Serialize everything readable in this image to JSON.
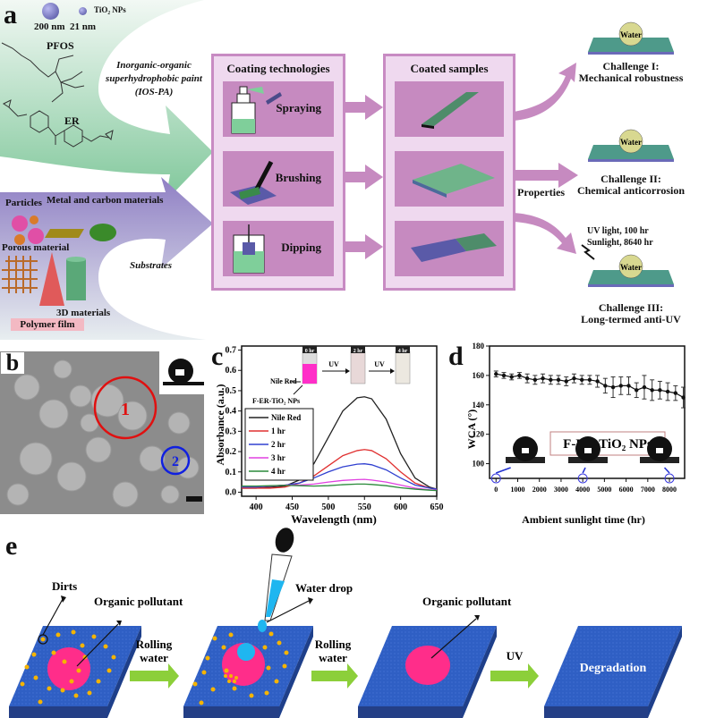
{
  "panels": {
    "a": {
      "letter": "a",
      "np_sizes": [
        "200 nm",
        "21 nm"
      ],
      "np_label": "TiO₂ NPs",
      "pfos_label": "PFOS",
      "er_label": "ER",
      "paint_label": [
        "Inorganic-organic",
        "superhydrophobic paint",
        "(IOS-PA)"
      ],
      "substrates_label": "Substrates",
      "substrate_items": {
        "particles": "Particles",
        "metal_carbon": "Metal and carbon materials",
        "porous": "Porous material",
        "three_d": "3D materials",
        "polymer_film": "Polymer film"
      },
      "coating_technologies": {
        "title": "Coating technologies",
        "methods": [
          "Spraying",
          "Brushing",
          "Dipping"
        ]
      },
      "coated_samples": {
        "title": "Coated samples"
      },
      "properties_label": "Properties",
      "uv_conditions": [
        "UV light, 100 hr",
        "Sunlight, 8640 hr"
      ],
      "water_label": "Water",
      "challenges": [
        {
          "title": "Challenge I:",
          "subtitle": "Mechanical robustness"
        },
        {
          "title": "Challenge II:",
          "subtitle": "Chemical anticorrosion"
        },
        {
          "title": "Challenge III:",
          "subtitle": "Long-termed anti-UV"
        }
      ]
    },
    "b": {
      "letter": "b",
      "markers": [
        "1",
        "2"
      ]
    },
    "c": {
      "letter": "c"
    },
    "d": {
      "letter": "d"
    },
    "e": {
      "letter": "e",
      "labels": {
        "dirts": "Dirts",
        "organic_pollutant_1": "Organic pollutant",
        "water_drop": "Water drop",
        "organic_pollutant_2": "Organic pollutant",
        "degradation": "Degradation"
      },
      "arrows": [
        [
          "Rolling",
          "water"
        ],
        [
          "Rolling",
          "water"
        ],
        [
          "UV"
        ]
      ]
    }
  },
  "chart_data": [
    {
      "id": "c",
      "type": "line",
      "title": "",
      "xlabel": "Wavelength (nm)",
      "ylabel": "Absorbance (a.u.)",
      "xlim": [
        380,
        650
      ],
      "ylim": [
        -0.02,
        0.72
      ],
      "xticks": [
        400,
        450,
        500,
        550,
        600,
        650
      ],
      "yticks": [
        0.0,
        0.1,
        0.2,
        0.3,
        0.4,
        0.5,
        0.6,
        0.7
      ],
      "legend_position": "left",
      "x": [
        380,
        400,
        420,
        440,
        460,
        480,
        500,
        520,
        540,
        550,
        560,
        580,
        600,
        620,
        640,
        650
      ],
      "series": [
        {
          "name": "Nile Red",
          "color": "#222222",
          "values": [
            0.02,
            0.02,
            0.025,
            0.03,
            0.06,
            0.14,
            0.27,
            0.4,
            0.465,
            0.47,
            0.46,
            0.36,
            0.19,
            0.07,
            0.025,
            0.015
          ]
        },
        {
          "name": "1 hr",
          "color": "#e03030",
          "values": [
            0.02,
            0.02,
            0.02,
            0.025,
            0.045,
            0.08,
            0.13,
            0.18,
            0.205,
            0.21,
            0.205,
            0.165,
            0.1,
            0.045,
            0.02,
            0.015
          ]
        },
        {
          "name": "2 hr",
          "color": "#3040d0",
          "values": [
            0.025,
            0.025,
            0.03,
            0.035,
            0.045,
            0.07,
            0.1,
            0.125,
            0.138,
            0.14,
            0.135,
            0.11,
            0.07,
            0.035,
            0.02,
            0.015
          ]
        },
        {
          "name": "3 hr",
          "color": "#e040e0",
          "values": [
            0.03,
            0.03,
            0.03,
            0.035,
            0.035,
            0.04,
            0.05,
            0.058,
            0.062,
            0.063,
            0.06,
            0.05,
            0.035,
            0.02,
            0.012,
            0.01
          ]
        },
        {
          "name": "4 hr",
          "color": "#2a8a3a",
          "values": [
            0.03,
            0.03,
            0.032,
            0.034,
            0.032,
            0.03,
            0.032,
            0.037,
            0.04,
            0.04,
            0.038,
            0.032,
            0.022,
            0.015,
            0.01,
            0.008
          ]
        }
      ],
      "inset": {
        "vial_labels": [
          "0 hr",
          "2 hr",
          "4 hr"
        ],
        "uv_arrows": [
          "UV",
          "UV"
        ],
        "pointers": [
          "Nile Red",
          "F-ER-TiO₂ NPs"
        ]
      }
    },
    {
      "id": "d",
      "type": "line",
      "title": "",
      "xlabel": "Ambient sunlight time (hr)",
      "ylabel": "WCA (°)",
      "xlim": [
        -300,
        8700
      ],
      "ylim": [
        90,
        180
      ],
      "xticks": [
        0,
        1000,
        2000,
        3000,
        4000,
        5000,
        6000,
        7000,
        8000
      ],
      "yticks": [
        100,
        120,
        140,
        160,
        180
      ],
      "annotation": "F-ER-TiO₂ NPs",
      "droplet_times": [
        0,
        4000,
        8000
      ],
      "series": [
        {
          "name": "F-ER-TiO₂ NPs",
          "color": "#111111",
          "x": [
            0,
            360,
            720,
            1080,
            1440,
            1800,
            2160,
            2520,
            2880,
            3240,
            3600,
            3960,
            4320,
            4680,
            5040,
            5400,
            5760,
            6120,
            6480,
            6840,
            7200,
            7560,
            7920,
            8280,
            8640
          ],
          "values": [
            161,
            160,
            159,
            160,
            158,
            157,
            158,
            157,
            157,
            156,
            158,
            157,
            157,
            156,
            153,
            152,
            153,
            153,
            150,
            152,
            150,
            150,
            149,
            148,
            145
          ],
          "errors": [
            2,
            2,
            2,
            2,
            3,
            3,
            3,
            3,
            3,
            3,
            3,
            3,
            3,
            4,
            5,
            7,
            6,
            6,
            5,
            8,
            7,
            6,
            6,
            5,
            7
          ]
        }
      ]
    }
  ],
  "colors": {
    "tile": "#c68ac0",
    "box": "#efd9ef",
    "box_border": "#c88bc3",
    "green_arrow": "#7fc79a",
    "purple_arrow": "#8f7fc4",
    "surface_blue": "#2f5fc4",
    "pollutant_pink": "#ff2d8a",
    "dirt_orange": "#f5b400",
    "water_blue": "#1fb6f0",
    "flow_arrow": "#8ccf3a"
  }
}
